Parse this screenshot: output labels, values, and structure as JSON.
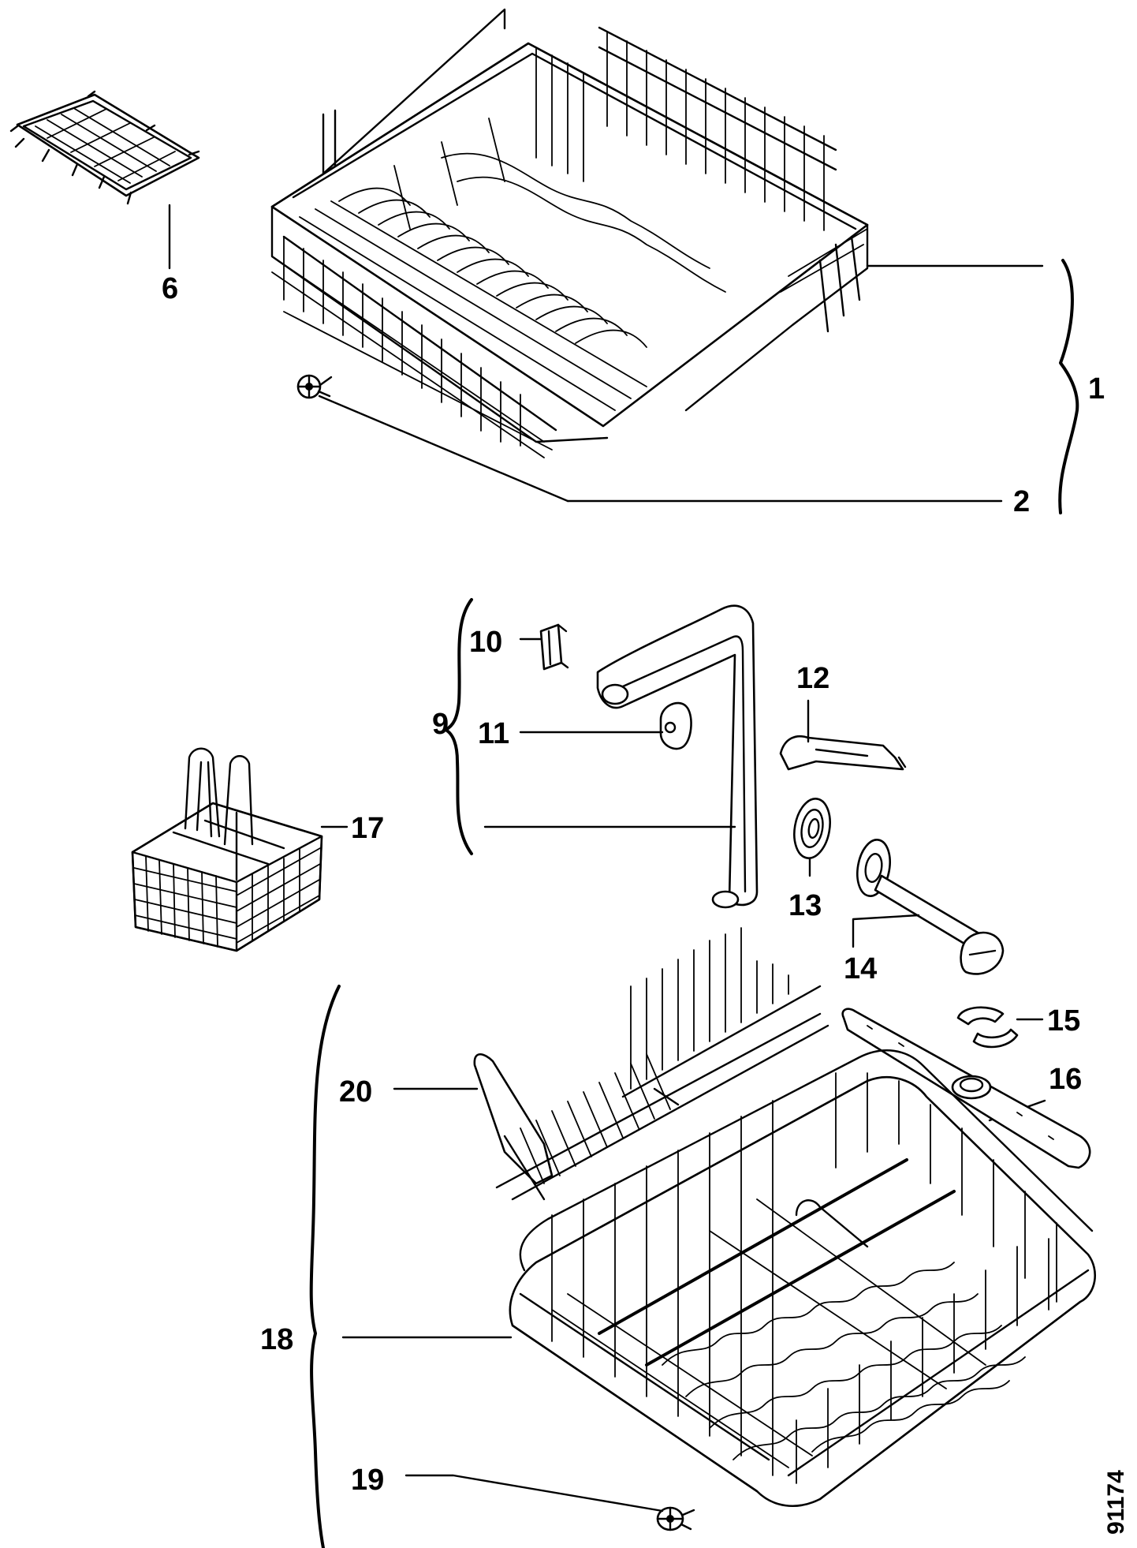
{
  "diagram": {
    "figure_number": "91174",
    "parts": [
      {
        "id": "upper-basket",
        "label": "1"
      },
      {
        "id": "upper-basket-wheel",
        "label": "2"
      },
      {
        "id": "cup-rack",
        "label": "6"
      },
      {
        "id": "water-supply-tube-assembly",
        "label": "9"
      },
      {
        "id": "tube-clip",
        "label": "10"
      },
      {
        "id": "tube-seal",
        "label": "11"
      },
      {
        "id": "tube-bracket",
        "label": "12"
      },
      {
        "id": "gasket",
        "label": "13"
      },
      {
        "id": "upper-spray-arm-feed",
        "label": "14"
      },
      {
        "id": "spray-arm-nut",
        "label": "15"
      },
      {
        "id": "lower-spray-arm",
        "label": "16"
      },
      {
        "id": "cutlery-basket",
        "label": "17"
      },
      {
        "id": "lower-basket",
        "label": "18"
      },
      {
        "id": "lower-basket-wheel",
        "label": "19"
      },
      {
        "id": "plate-rack-insert",
        "label": "20"
      }
    ]
  }
}
